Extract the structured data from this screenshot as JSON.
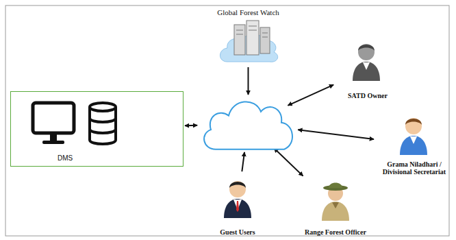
{
  "diagram": {
    "nodes": [
      {
        "text": [
          "Global Forest Watch"
        ]
      },
      {
        "text": [
          "DMS"
        ]
      },
      {
        "text": []
      },
      {
        "text": [
          "SATD Owner"
        ]
      },
      {
        "text": [
          "Grama Niladhari / Divisional Secretariat"
        ]
      },
      {
        "text": [
          "Guest Users"
        ]
      },
      {
        "text": [
          "Range Forest Officer"
        ]
      }
    ],
    "edges": [
      {
        "from": 0,
        "to": 2,
        "arrow": "to"
      },
      {
        "from": 1,
        "to": 2,
        "arrow": "both"
      },
      {
        "from": 2,
        "to": 3,
        "arrow": "both"
      },
      {
        "from": 2,
        "to": 4,
        "arrow": "both"
      },
      {
        "from": 5,
        "to": 2,
        "arrow": "to"
      },
      {
        "from": 2,
        "to": 6,
        "arrow": "both"
      }
    ]
  }
}
